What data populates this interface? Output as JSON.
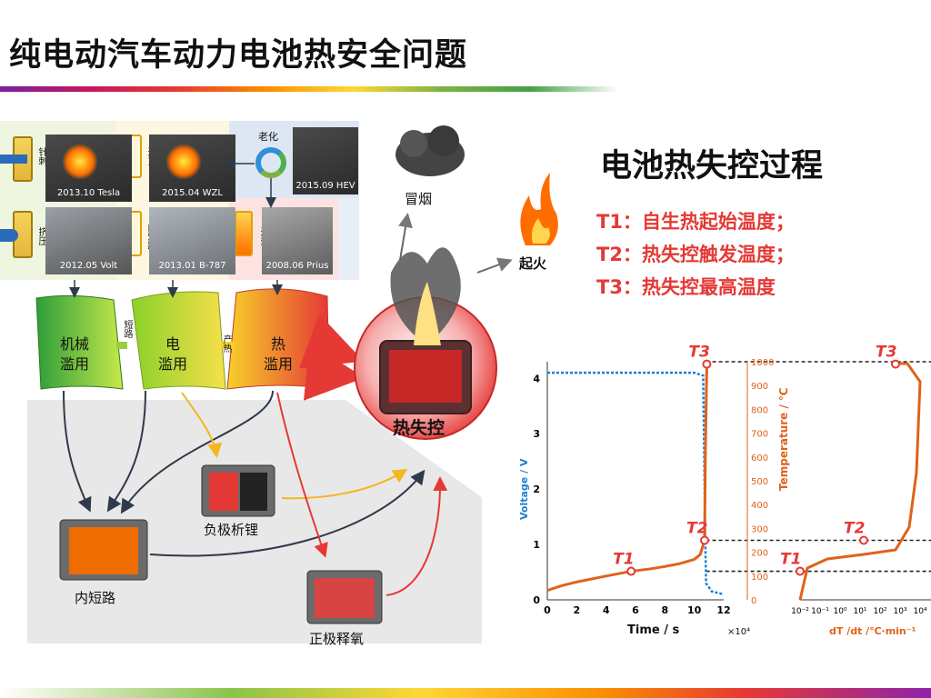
{
  "slide": {
    "title": "纯电动汽车动力电池热安全问题"
  },
  "incidents": [
    {
      "caption": "2013.10 Tesla",
      "side": "针刺"
    },
    {
      "caption": "2015.04 WZL",
      "side": "过充"
    },
    {
      "caption": "2015.09 HEV",
      "side": "老化"
    },
    {
      "caption": "2012.05 Volt",
      "side": "挤压"
    },
    {
      "caption": "2013.01 B-787",
      "side": "内短路"
    },
    {
      "caption": "2008.06 Prius",
      "side": "过热"
    }
  ],
  "abuse": {
    "mechanical": "机械\n滥用",
    "electrical": "电\n滥用",
    "thermal": "热\n滥用",
    "short_label": "短路",
    "heat_label": "产热"
  },
  "outcomes": {
    "smoke": "冒烟",
    "fire": "起火",
    "runaway": "热失控"
  },
  "mechanisms": {
    "internal_short": "内短路",
    "lithium_plating": "负极析锂",
    "oxygen_release": "正极释氧"
  },
  "process": {
    "heading": "电池热失控过程",
    "lines": [
      "T1：自生热起始温度；",
      "T2：热失控触发温度；",
      "T3：热失控最高温度"
    ]
  },
  "plot": {
    "left_ylabel": "Voltage / V",
    "right_ylabel": "Temperature / ℃",
    "xlabel": "Time / s",
    "x_exp": "×10⁴",
    "rate_xlabel": "dT /dt /℃·min⁻¹",
    "markers": [
      "T1",
      "T2",
      "T3"
    ]
  },
  "chart_data": [
    {
      "type": "line",
      "xlabel": "Time / s",
      "ylabel": "Voltage / V",
      "y2label": "Temperature / ℃",
      "xlim": [
        0,
        12
      ],
      "ylim": [
        0,
        4.3
      ],
      "y2lim": [
        0,
        1000
      ],
      "x_ticks": [
        "0",
        "2",
        "4",
        "6",
        "8",
        "10",
        "12"
      ],
      "y_ticks": [
        "0",
        "1",
        "2",
        "3",
        "4"
      ],
      "y2_ticks": [
        "0",
        "100",
        "200",
        "300",
        "400",
        "500",
        "600",
        "700",
        "800",
        "900",
        "1000"
      ],
      "series": [
        {
          "name": "Voltage",
          "color": "#1e7fd0",
          "x": [
            0,
            2,
            4,
            6,
            8,
            10,
            10.6,
            10.75,
            10.8,
            11.2,
            12
          ],
          "y": [
            4.1,
            4.1,
            4.1,
            4.1,
            4.1,
            4.1,
            4.05,
            1.0,
            0.3,
            0.15,
            0.1
          ]
        },
        {
          "name": "Temperature",
          "color": "#e0621a",
          "x": [
            0,
            1,
            2,
            4,
            5.7,
            7,
            8,
            9,
            10,
            10.4,
            10.7,
            10.75,
            10.85,
            11
          ],
          "y": [
            40,
            60,
            75,
            100,
            120,
            130,
            140,
            152,
            170,
            190,
            250,
            600,
            990,
            995
          ]
        }
      ],
      "annotations": [
        {
          "label": "T1",
          "x": 5.7,
          "y2": 120
        },
        {
          "label": "T2",
          "x": 10.7,
          "y2": 250
        },
        {
          "label": "T3",
          "x": 10.85,
          "y2": 990
        }
      ]
    }
  ]
}
